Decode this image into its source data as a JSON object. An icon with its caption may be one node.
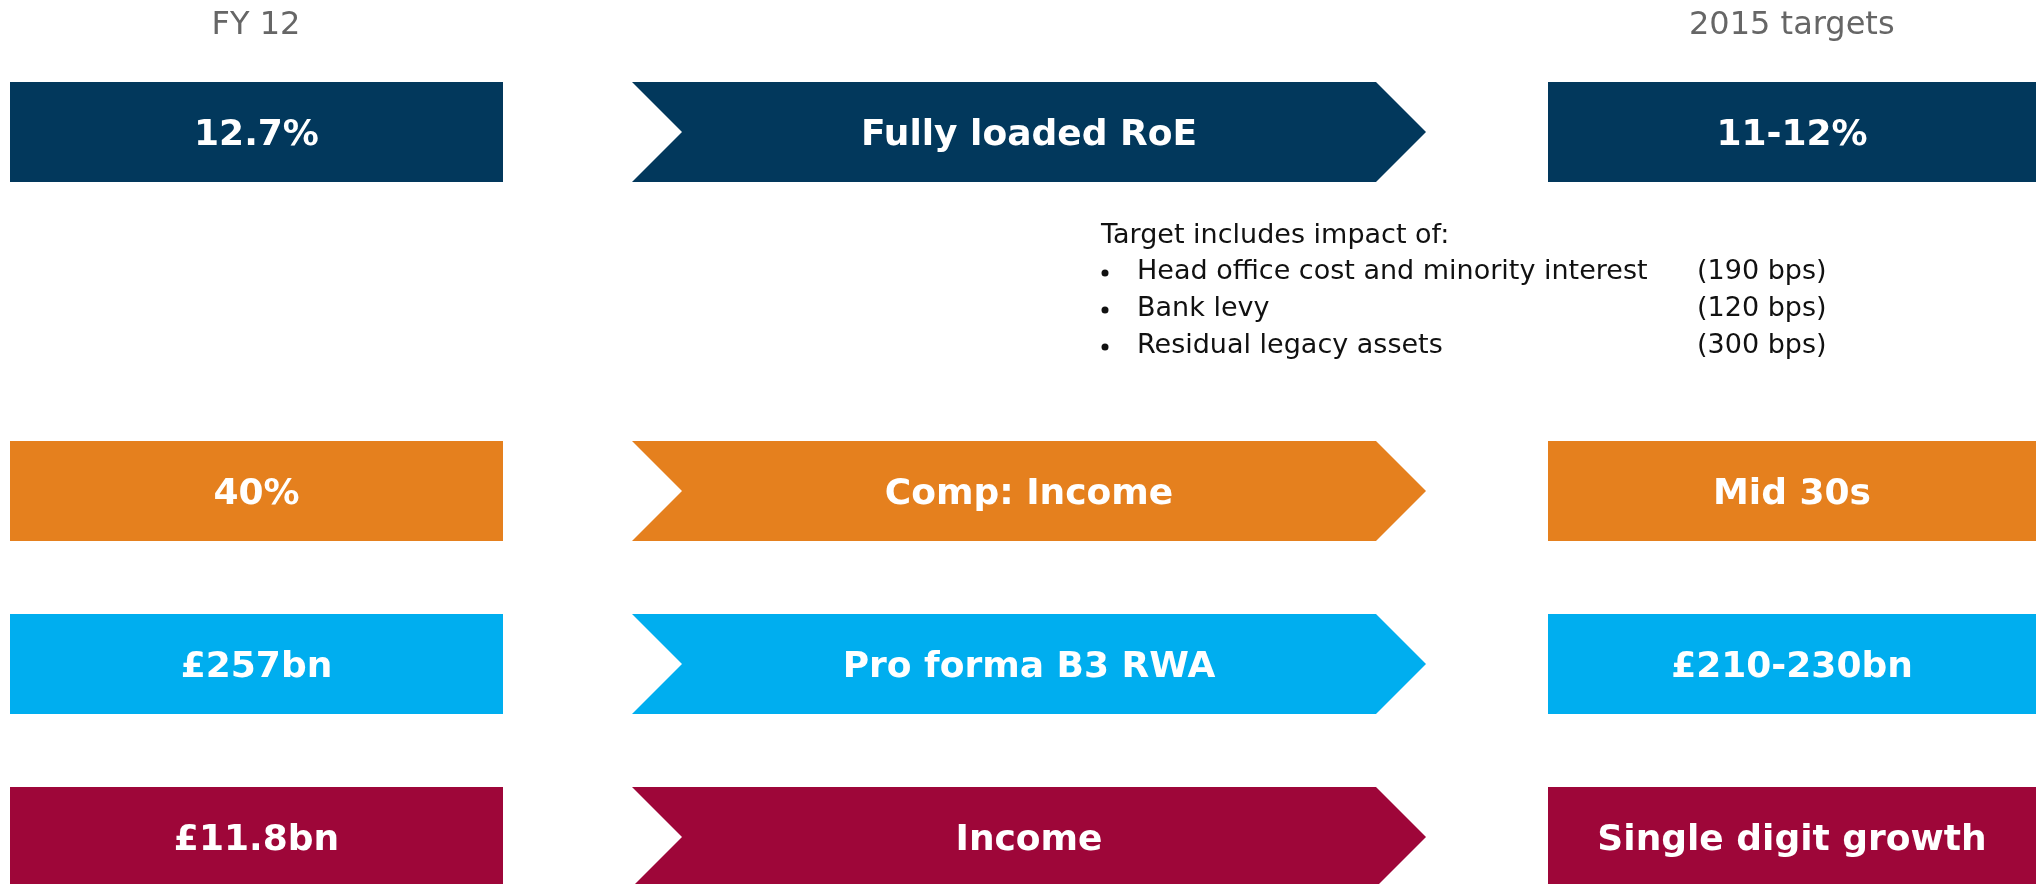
{
  "diagram": {
    "nodes": [
      {
        "text": [
          "12.7%"
        ]
      },
      {
        "text": [
          "Fully loaded RoE"
        ]
      },
      {
        "text": [
          "11-12%"
        ]
      },
      {
        "text": [
          "40%"
        ]
      },
      {
        "text": [
          "Comp: Income"
        ]
      },
      {
        "text": [
          "Mid 30s"
        ]
      },
      {
        "text": [
          "£257bn"
        ]
      },
      {
        "text": [
          "Pro forma B3 RWA"
        ]
      },
      {
        "text": [
          "£210-230bn"
        ]
      },
      {
        "text": [
          "£11.8bn"
        ]
      },
      {
        "text": [
          "Income"
        ]
      },
      {
        "text": [
          "Single digit growth"
        ]
      }
    ],
    "labels": [
      "FY 12",
      "2015 targets",
      "Target includes impact of:",
      "Head office cost and minority interest",
      "(190 bps)",
      "Bank levy",
      "(120 bps)",
      "Residual legacy assets",
      "(300 bps)"
    ]
  }
}
